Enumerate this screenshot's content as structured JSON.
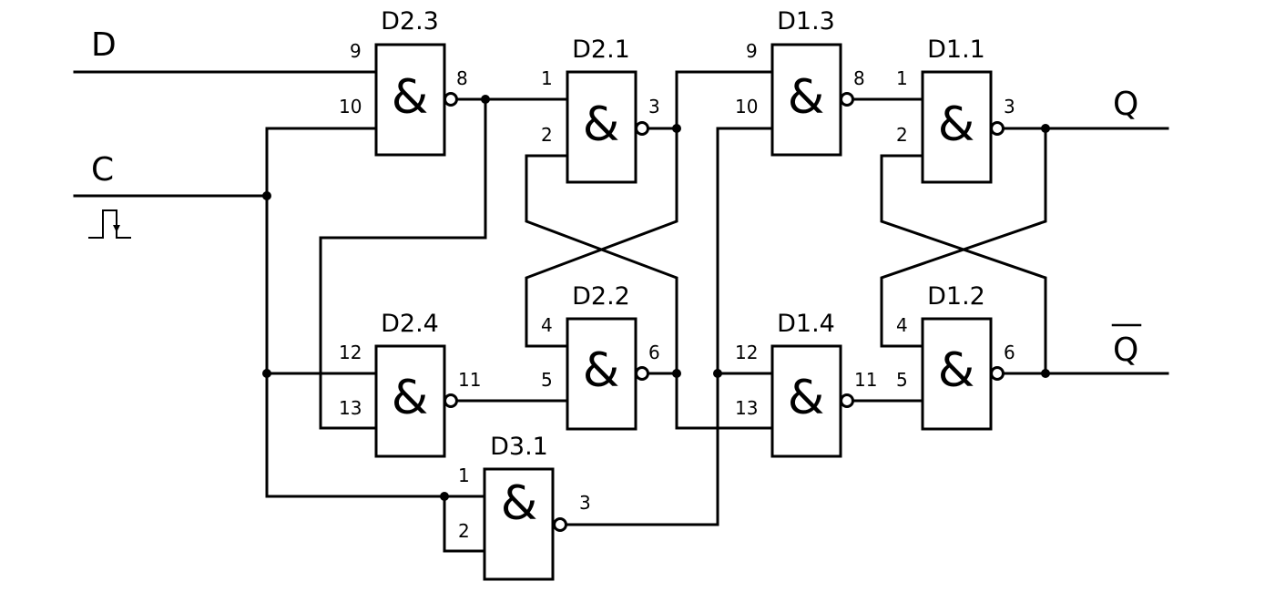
{
  "signals": {
    "d": "D",
    "c": "C",
    "q": "Q",
    "qbar": "Q"
  },
  "gates": [
    {
      "name": "D2.3",
      "symbol": "&",
      "pins": [
        "9",
        "10",
        "8"
      ]
    },
    {
      "name": "D2.1",
      "symbol": "&",
      "pins": [
        "1",
        "2",
        "3"
      ]
    },
    {
      "name": "D1.3",
      "symbol": "&",
      "pins": [
        "9",
        "10",
        "8"
      ]
    },
    {
      "name": "D1.1",
      "symbol": "&",
      "pins": [
        "1",
        "2",
        "3"
      ]
    },
    {
      "name": "D2.4",
      "symbol": "&",
      "pins": [
        "12",
        "13",
        "11"
      ]
    },
    {
      "name": "D2.2",
      "symbol": "&",
      "pins": [
        "4",
        "5",
        "6"
      ]
    },
    {
      "name": "D1.4",
      "symbol": "&",
      "pins": [
        "12",
        "13",
        "11"
      ]
    },
    {
      "name": "D1.2",
      "symbol": "&",
      "pins": [
        "4",
        "5",
        "6"
      ]
    },
    {
      "name": "D3.1",
      "symbol": "&",
      "pins": [
        "1",
        "2",
        "3"
      ]
    }
  ]
}
